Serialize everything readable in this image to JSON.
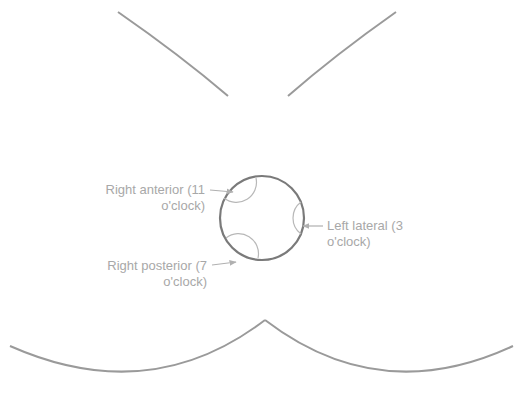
{
  "diagram": {
    "labels": [
      "Right anterior (11 o'clock)",
      "Right posterior (7 o'clock)",
      "Left lateral (3 o'clock)"
    ]
  }
}
